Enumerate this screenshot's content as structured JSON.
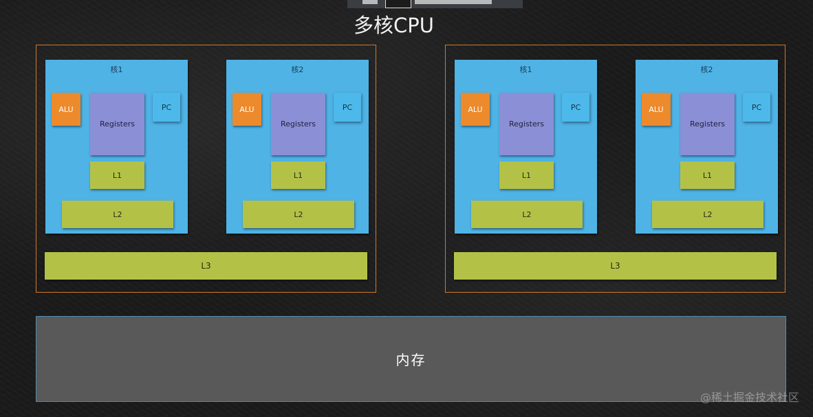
{
  "title": "多核CPU",
  "cpus": [
    {
      "cores": [
        {
          "label": "核1",
          "alu": "ALU",
          "registers": "Registers",
          "pc": "PC",
          "l1": "L1",
          "l2": "L2"
        },
        {
          "label": "核2",
          "alu": "ALU",
          "registers": "Registers",
          "pc": "PC",
          "l1": "L1",
          "l2": "L2"
        }
      ],
      "l3": "L3"
    },
    {
      "cores": [
        {
          "label": "核1",
          "alu": "ALU",
          "registers": "Registers",
          "pc": "PC",
          "l1": "L1",
          "l2": "L2"
        },
        {
          "label": "核2",
          "alu": "ALU",
          "registers": "Registers",
          "pc": "PC",
          "l1": "L1",
          "l2": "L2"
        }
      ],
      "l3": "L3"
    }
  ],
  "memory": "内存",
  "watermark": "@稀土掘金技术社区",
  "colors": {
    "cpu_border": "#d07a2a",
    "core": "#4fb3e6",
    "alu": "#ec8a2c",
    "registers": "#8b8fd6",
    "cache": "#b3c247",
    "memory": "#595959"
  }
}
